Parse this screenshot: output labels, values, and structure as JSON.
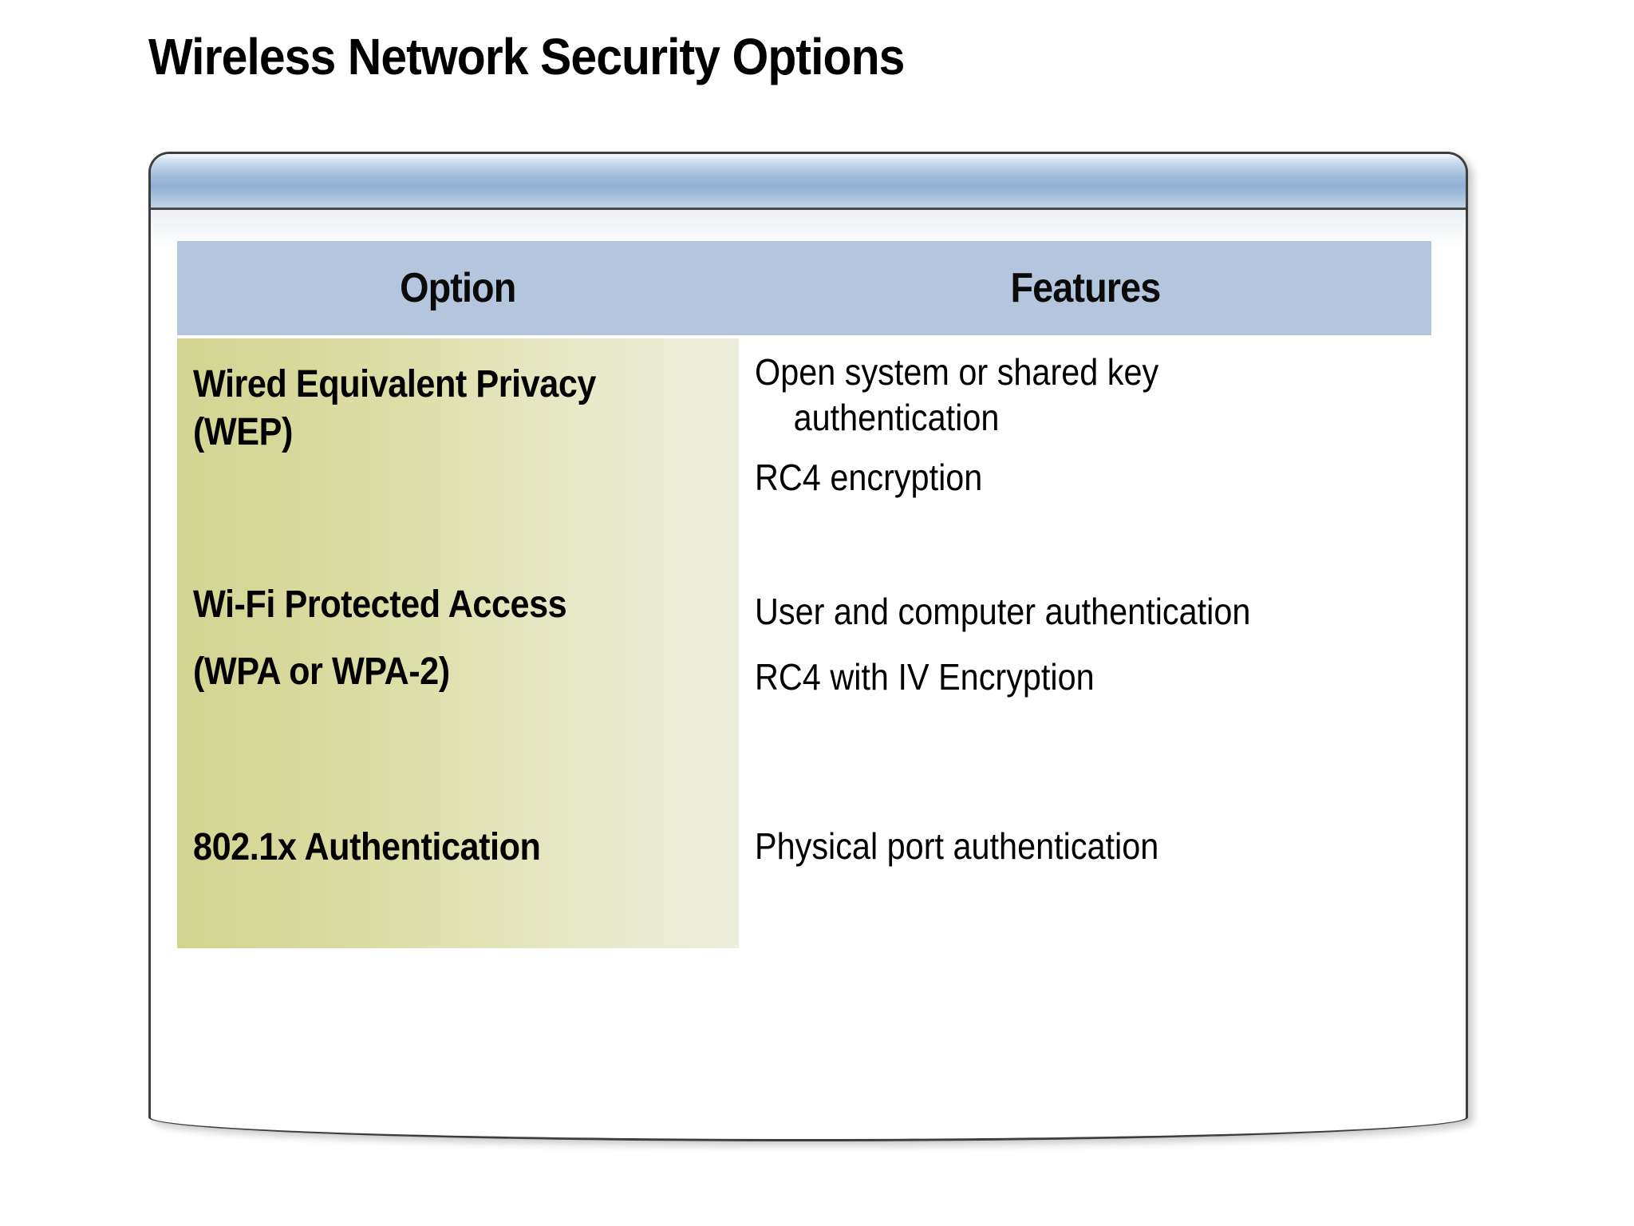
{
  "page": {
    "title": "Wireless Network Security Options"
  },
  "table": {
    "columns": [
      "Option",
      "Features"
    ],
    "rows": [
      {
        "option_lines": [
          "Wired Equivalent Privacy",
          "(WEP)"
        ],
        "features": [
          {
            "lines": [
              "Open system or shared key",
              "authentication"
            ]
          },
          {
            "lines": [
              "RC4 encryption"
            ]
          }
        ]
      },
      {
        "option_lines": [
          "Wi-Fi Protected Access",
          "(WPA or WPA-2)"
        ],
        "features": [
          {
            "lines": [
              "User and computer authentication"
            ]
          },
          {
            "lines": [
              "RC4 with IV Encryption"
            ]
          }
        ]
      },
      {
        "option_lines": [
          "802.1x Authentication"
        ],
        "features": [
          {
            "lines": [
              "Physical port authentication"
            ]
          }
        ]
      }
    ]
  },
  "colors": {
    "table_header_fill": "#b3c6dd",
    "option_column_gradient_start": "#d2d490",
    "option_column_gradient_end": "#eceedc",
    "gloss_bar_top": "#f7fafd",
    "gloss_bar_mid": "#90b0d3",
    "gloss_bar_bottom": "#c2d5e8",
    "panel_border": "#3e3e3e",
    "text": "#000000",
    "background": "#ffffff"
  }
}
